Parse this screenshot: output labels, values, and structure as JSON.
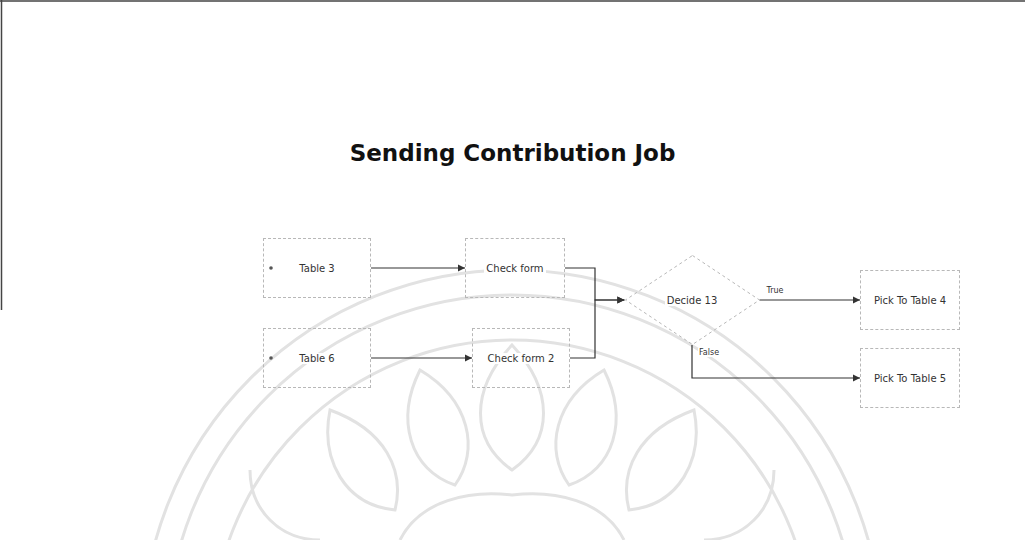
{
  "diagram": {
    "title": "Sending Contribution Job",
    "nodes": [
      {
        "text": [
          "Table 3"
        ]
      },
      {
        "text": [
          "Check form"
        ]
      },
      {
        "text": [
          "Table 6"
        ]
      },
      {
        "text": [
          "Check form 2"
        ]
      },
      {
        "text": [
          "Decide 13"
        ]
      },
      {
        "text": [
          "Pick To Table 4"
        ]
      },
      {
        "text": [
          "Pick To Table 5"
        ]
      }
    ],
    "edges": [
      {
        "from": 0,
        "to": 1,
        "arrow": "to"
      },
      {
        "from": 2,
        "to": 3,
        "arrow": "to"
      },
      {
        "from": 1,
        "to": 4,
        "arrow": "to"
      },
      {
        "from": 3,
        "to": 4,
        "arrow": "to"
      },
      {
        "from": 4,
        "to": 5,
        "label": "True",
        "arrow": "to"
      },
      {
        "from": 4,
        "to": 6,
        "label": "False",
        "arrow": "to"
      }
    ]
  }
}
